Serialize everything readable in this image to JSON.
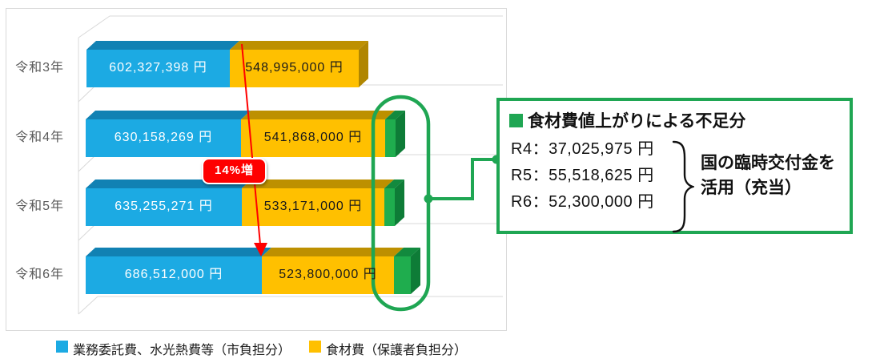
{
  "chart_data": {
    "type": "bar",
    "orientation": "horizontal",
    "stacked": true,
    "style": "3d",
    "unit": "円",
    "categories": [
      "令和3年",
      "令和4年",
      "令和5年",
      "令和6年"
    ],
    "series": [
      {
        "name": "業務委託費、水光熱費等（市負担分）",
        "color": "#1caae3",
        "values": [
          602327398,
          630158269,
          635255271,
          686512000
        ],
        "value_labels": [
          "602,327,398 円",
          "630,158,269 円",
          "635,255,271 円",
          "686,512,000 円"
        ]
      },
      {
        "name": "食材費（保護者負担分）",
        "color": "#ffc000",
        "values": [
          548995000,
          541868000,
          533171000,
          523800000
        ],
        "value_labels": [
          "548,995,000 円",
          "541,868,000 円",
          "533,171,000 円",
          "523,800,000 円"
        ]
      },
      {
        "name": "食材費値上がりによる不足分",
        "color": "#1fad4e",
        "values": [
          0,
          37025975,
          55518625,
          52300000
        ]
      }
    ],
    "legend_position": "bottom",
    "grid": true
  },
  "badge": {
    "label": "14%増",
    "color": "#fe0000"
  },
  "annotation_box": {
    "bullet": "■",
    "bullet_color": "#1fa653",
    "title": "食材費値上がりによる不足分",
    "lines": [
      "R4：37,025,975 円",
      "R5：55,518,625 円",
      "R6：52,300,000 円"
    ],
    "note_line1": "国の臨時交付金を",
    "note_line2": "活用（充当）"
  },
  "legend": {
    "items": [
      {
        "label": "業務委託費、水光熱費等（市負担分）",
        "color": "#1caae3"
      },
      {
        "label": "食材費（保護者負担分）",
        "color": "#ffc000"
      }
    ]
  }
}
